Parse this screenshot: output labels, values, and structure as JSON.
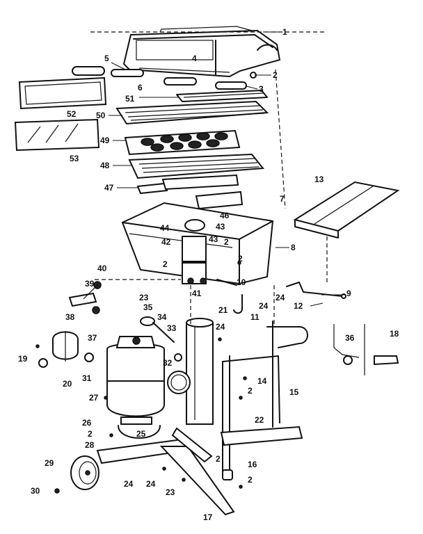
{
  "callouts": [
    {
      "id": "c1",
      "text": "1"
    },
    {
      "id": "c2a",
      "text": "2"
    },
    {
      "id": "c3",
      "text": "3"
    },
    {
      "id": "c4",
      "text": "4"
    },
    {
      "id": "c5",
      "text": "5"
    },
    {
      "id": "c6",
      "text": "6"
    },
    {
      "id": "c51",
      "text": "51"
    },
    {
      "id": "c52",
      "text": "52"
    },
    {
      "id": "c50",
      "text": "50"
    },
    {
      "id": "c49",
      "text": "49"
    },
    {
      "id": "c53",
      "text": "53"
    },
    {
      "id": "c48",
      "text": "48"
    },
    {
      "id": "c47",
      "text": "47"
    },
    {
      "id": "c13",
      "text": "13"
    },
    {
      "id": "c7",
      "text": "7"
    },
    {
      "id": "c46",
      "text": "46"
    },
    {
      "id": "c44",
      "text": "44"
    },
    {
      "id": "c43a",
      "text": "43"
    },
    {
      "id": "c42",
      "text": "42"
    },
    {
      "id": "c43b",
      "text": "43"
    },
    {
      "id": "c2b",
      "text": "2"
    },
    {
      "id": "c8",
      "text": "8"
    },
    {
      "id": "c2c",
      "text": "2"
    },
    {
      "id": "c2d",
      "text": "2"
    },
    {
      "id": "c40",
      "text": "40"
    },
    {
      "id": "c39",
      "text": "39"
    },
    {
      "id": "c10",
      "text": "10"
    },
    {
      "id": "c9",
      "text": "9"
    },
    {
      "id": "c23a",
      "text": "23"
    },
    {
      "id": "c41",
      "text": "41"
    },
    {
      "id": "c24a",
      "text": "24"
    },
    {
      "id": "c24b",
      "text": "24"
    },
    {
      "id": "c12",
      "text": "12"
    },
    {
      "id": "c35",
      "text": "35"
    },
    {
      "id": "c21",
      "text": "21"
    },
    {
      "id": "c11",
      "text": "11"
    },
    {
      "id": "c34",
      "text": "34"
    },
    {
      "id": "c38",
      "text": "38"
    },
    {
      "id": "c33",
      "text": "33"
    },
    {
      "id": "c24c",
      "text": "24"
    },
    {
      "id": "c37",
      "text": "37"
    },
    {
      "id": "c36",
      "text": "36"
    },
    {
      "id": "c18",
      "text": "18"
    },
    {
      "id": "c19",
      "text": "19"
    },
    {
      "id": "c32",
      "text": "32"
    },
    {
      "id": "c20",
      "text": "20"
    },
    {
      "id": "c31",
      "text": "31"
    },
    {
      "id": "c14",
      "text": "14"
    },
    {
      "id": "c2e",
      "text": "2"
    },
    {
      "id": "c15",
      "text": "15"
    },
    {
      "id": "c27",
      "text": "27"
    },
    {
      "id": "c26",
      "text": "26"
    },
    {
      "id": "c22",
      "text": "22"
    },
    {
      "id": "c2f",
      "text": "2"
    },
    {
      "id": "c25",
      "text": "25"
    },
    {
      "id": "c28",
      "text": "28"
    },
    {
      "id": "c2g",
      "text": "2"
    },
    {
      "id": "c16",
      "text": "16"
    },
    {
      "id": "c29",
      "text": "29"
    },
    {
      "id": "c24d",
      "text": "24"
    },
    {
      "id": "c24e",
      "text": "24"
    },
    {
      "id": "c2h",
      "text": "2"
    },
    {
      "id": "c30",
      "text": "30"
    },
    {
      "id": "c23b",
      "text": "23"
    },
    {
      "id": "c17",
      "text": "17"
    }
  ]
}
